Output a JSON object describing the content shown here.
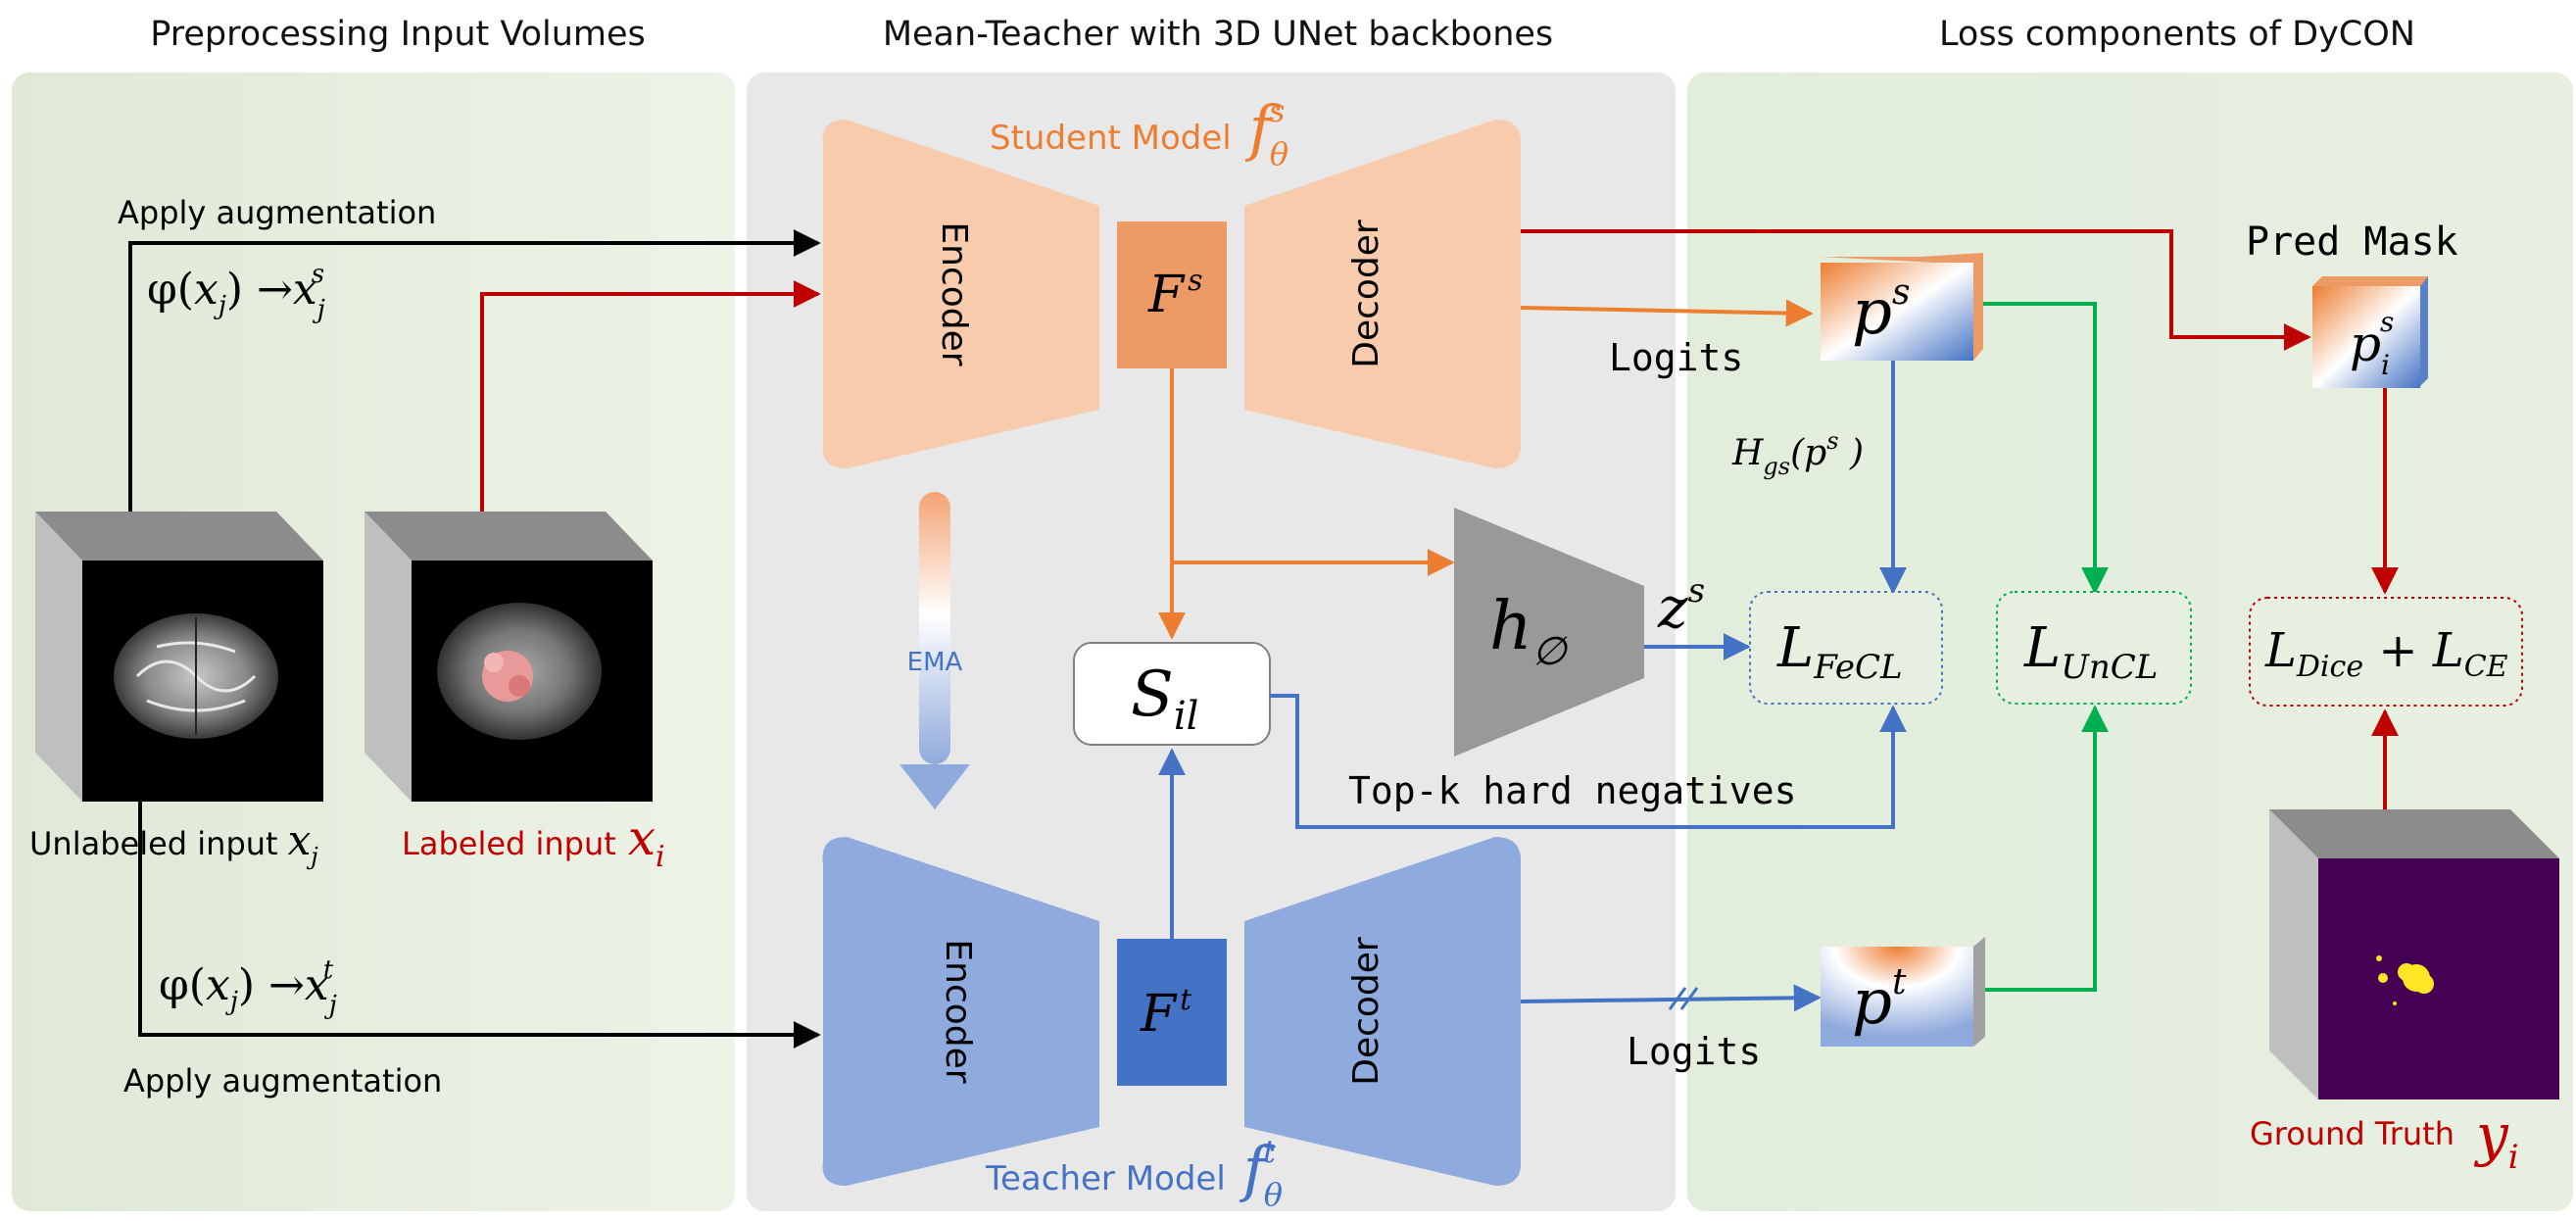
{
  "sections": {
    "preprocessing": "Preprocessing Input Volumes",
    "mean_teacher": "Mean-Teacher with 3D UNet backbones",
    "loss": "Loss components of DyCON"
  },
  "augment_top": "Apply augmentation",
  "augment_bottom": "Apply augmentation",
  "map_student": {
    "phi": "φ(",
    "x": "x",
    "sub": "j",
    "close": ") →",
    "sup": "s"
  },
  "map_teacher": {
    "phi": "φ(",
    "x": "x",
    "sub": "j",
    "close": ") →",
    "sup": "t"
  },
  "unlabeled": {
    "label": "Unlabeled input",
    "var": "x",
    "sub": "j"
  },
  "labeled": {
    "label": "Labeled input",
    "var": "x",
    "sub": "i"
  },
  "student": {
    "title": "Student Model",
    "f": "f",
    "sub": "θ",
    "sup": "s",
    "encoder": "Encoder",
    "decoder": "Decoder",
    "feat": "F",
    "feat_sup": "s"
  },
  "teacher": {
    "title": "Teacher Model",
    "f": "f",
    "sub": "θ",
    "sup": "t",
    "encoder": "Encoder",
    "decoder": "Decoder",
    "feat": "F",
    "feat_sup": "t"
  },
  "ema": "EMA",
  "sil": {
    "s": "S",
    "sub": "il"
  },
  "proj": {
    "h": "h",
    "sub": "∅"
  },
  "zs": {
    "z": "z",
    "sup": "s"
  },
  "logits_top": "Logits",
  "logits_bottom": "Logits",
  "topk": "Top-k hard negatives",
  "ps": {
    "p": "p",
    "sup": "s"
  },
  "pt": {
    "p": "p",
    "sup": "t"
  },
  "pis": {
    "p": "p",
    "sub": "i",
    "sup": "s"
  },
  "hgs": {
    "h": "H",
    "sub": "gs",
    "open": "(p",
    "sup": "s",
    "close": " )"
  },
  "pred_mask": "Pred Mask",
  "lfecl": {
    "l": "L",
    "sub": "FeCL"
  },
  "luncl": {
    "l": "L",
    "sub": "UnCL"
  },
  "ldice": {
    "l1": "L",
    "sub1": "Dice",
    "plus": " + ",
    "l2": "L",
    "sub2": "CE"
  },
  "ground_truth": {
    "label": "Ground Truth",
    "var": "y",
    "sub": "i"
  },
  "colors": {
    "orange": "#ED7D31",
    "orange_light": "#F8CBAD",
    "orange_dark": "#ED9B66",
    "blue": "#4472C4",
    "blue_light": "#8FAADC",
    "blue_dark": "#4472C4",
    "red": "#C00000",
    "green": "#00B050",
    "panel_green": "#EAF2E3",
    "panel_gray": "#E8E8E8"
  }
}
